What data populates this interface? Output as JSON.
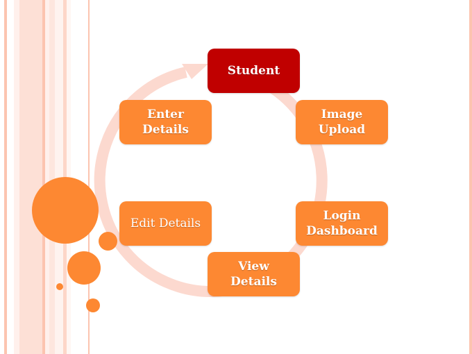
{
  "diagram": {
    "type": "cycle",
    "direction": "clockwise",
    "nodes": [
      {
        "id": "student",
        "label": "Student",
        "state": "highlighted"
      },
      {
        "id": "image-upload",
        "label": "Image\nUpload",
        "state": "normal"
      },
      {
        "id": "login-dashboard",
        "label": "Login\nDashboard",
        "state": "normal"
      },
      {
        "id": "view-details",
        "label": "View\nDetails",
        "state": "normal"
      },
      {
        "id": "edit-details",
        "label": "Edit Details",
        "state": "normal"
      },
      {
        "id": "enter-details",
        "label": "Enter\nDetails",
        "state": "normal"
      }
    ]
  },
  "colors": {
    "node": "#fd8832",
    "highlight": "#c00000",
    "ring": "#fcd9cf",
    "stripe_dark": "#fcc4b0",
    "stripe_light": "#fde0d6",
    "text": "#ffffff"
  }
}
